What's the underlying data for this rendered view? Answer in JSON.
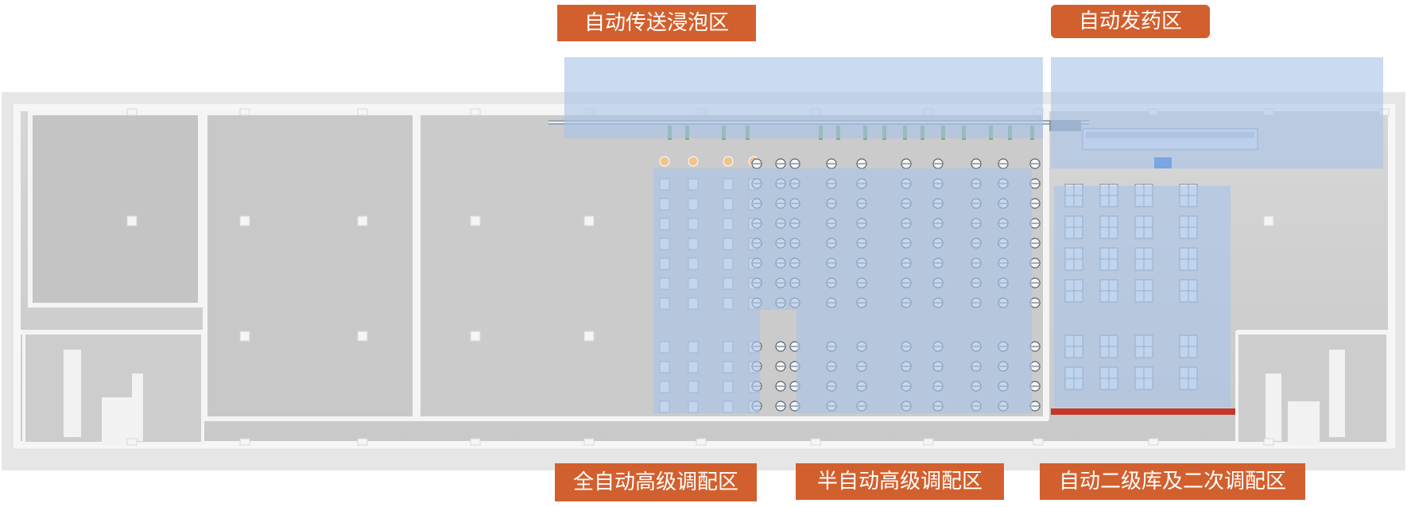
{
  "zones": [
    {
      "label": "自动传送浸泡区"
    },
    {
      "label": "自动发药区"
    },
    {
      "label": "全自动高级调配区"
    },
    {
      "label": "半自动高级调配区"
    },
    {
      "label": "自动二级库及二次调配区"
    }
  ],
  "colors": {
    "label_bg": "#d2602e",
    "label_text": "#ffffff",
    "zone_overlay": "#a8c4e8",
    "floor": "#cfcfcf",
    "wall": "#f4f4f4",
    "warning_strip": "#c0392b"
  },
  "icons": [
    "floor-plan",
    "workstation",
    "centrifuge",
    "storage-shelf",
    "conveyor",
    "dispensing-machine"
  ]
}
